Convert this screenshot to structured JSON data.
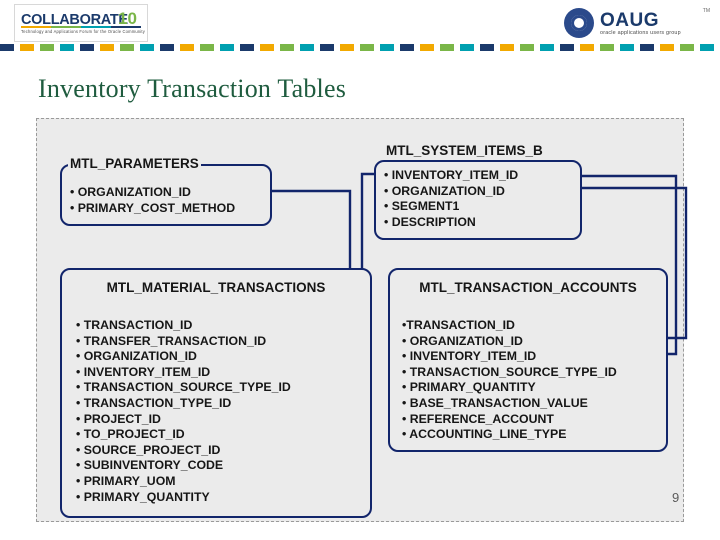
{
  "header": {
    "left_logo": {
      "name": "collaborate-logo",
      "text": "COLLABORATE",
      "number": "10",
      "tagline": "Technology and Applications Forum for the Oracle Community"
    },
    "right_logo": {
      "name": "oaug-logo",
      "text": "OAUG",
      "tagline": "oracle applications users group",
      "trademark": "TM"
    }
  },
  "title": "Inventory Transaction Tables",
  "page_number": "9",
  "colors": {
    "title": "#1f5c3f",
    "box_border": "#12256b",
    "arrow": "#12256b",
    "panel_background": "#ebebeb"
  },
  "diagram": {
    "entities": [
      {
        "id": "mtl_parameters",
        "title": "MTL_PARAMETERS",
        "columns": [
          "• ORGANIZATION_ID",
          "• PRIMARY_COST_METHOD"
        ]
      },
      {
        "id": "mtl_system_items_b",
        "title": "MTL_SYSTEM_ITEMS_B",
        "columns": [
          "• INVENTORY_ITEM_ID",
          "• ORGANIZATION_ID",
          "• SEGMENT1",
          "• DESCRIPTION"
        ]
      },
      {
        "id": "mtl_material_transactions",
        "title": "MTL_MATERIAL_TRANSACTIONS",
        "columns": [
          "• TRANSACTION_ID",
          "• TRANSFER_TRANSACTION_ID",
          "• ORGANIZATION_ID",
          "• INVENTORY_ITEM_ID",
          "• TRANSACTION_SOURCE_TYPE_ID",
          "• TRANSACTION_TYPE_ID",
          "• PROJECT_ID",
          "• TO_PROJECT_ID",
          "• SOURCE_PROJECT_ID",
          "• SUBINVENTORY_CODE",
          "• PRIMARY_UOM",
          "• PRIMARY_QUANTITY"
        ]
      },
      {
        "id": "mtl_transaction_accounts",
        "title": "MTL_TRANSACTION_ACCOUNTS",
        "columns": [
          "•TRANSACTION_ID",
          "• ORGANIZATION_ID",
          "• INVENTORY_ITEM_ID",
          "• TRANSACTION_SOURCE_TYPE_ID",
          "• PRIMARY_QUANTITY",
          "• BASE_TRANSACTION_VALUE",
          "• REFERENCE_ACCOUNT",
          "• ACCOUNTING_LINE_TYPE"
        ]
      }
    ],
    "relationships": [
      {
        "from": "mtl_material_transactions.ORGANIZATION_ID",
        "to": "mtl_parameters.ORGANIZATION_ID"
      },
      {
        "from": "mtl_material_transactions.INVENTORY_ITEM_ID",
        "to": "mtl_system_items_b.INVENTORY_ITEM_ID"
      },
      {
        "from": "mtl_transaction_accounts.ORGANIZATION_ID",
        "to": "mtl_system_items_b.ORGANIZATION_ID"
      },
      {
        "from": "mtl_transaction_accounts.INVENTORY_ITEM_ID",
        "to": "mtl_system_items_b.INVENTORY_ITEM_ID"
      }
    ]
  }
}
